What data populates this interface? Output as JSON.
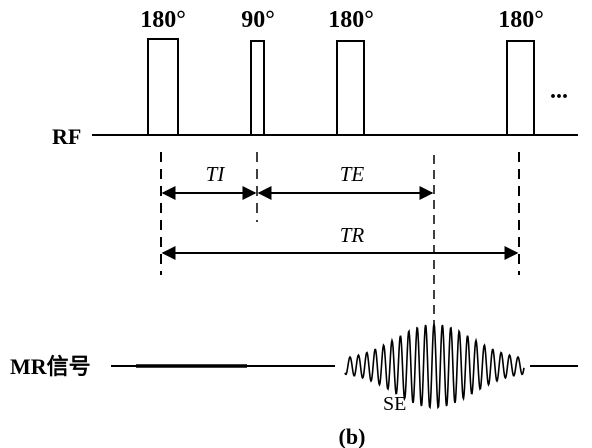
{
  "pulses": {
    "p180_a": "180°",
    "p90": "90°",
    "p180_b": "180°",
    "p180_c": "180°",
    "ellipsis": "..."
  },
  "axes": {
    "rf": "RF",
    "mr": "MR信号"
  },
  "intervals": {
    "ti": "TI",
    "te": "TE",
    "tr": "TR"
  },
  "echo": {
    "label": "SE"
  },
  "caption": "(b)"
}
